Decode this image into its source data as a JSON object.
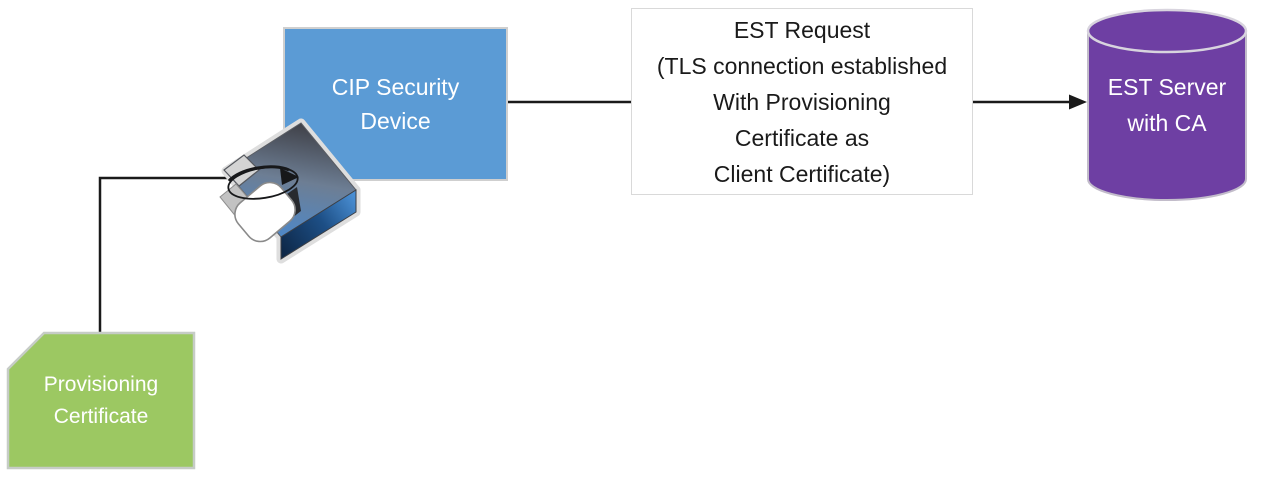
{
  "diagram": {
    "background": "#FFFFFF",
    "line_color": "#1A1A1A",
    "nodes": {
      "cip_device": {
        "lines": [
          "CIP Security",
          "Device"
        ],
        "fill": "#5B9BD5",
        "text_color": "#FFFFFF",
        "shape": "rectangle"
      },
      "est_request_note": {
        "lines": [
          "EST Request",
          "(TLS connection established",
          "With Provisioning",
          "Certificate as",
          "Client Certificate)"
        ],
        "fill": "#FFFFFF",
        "text_color": "#1A1A1A",
        "shape": "rectangle"
      },
      "est_server": {
        "lines": [
          "EST Server",
          "with CA"
        ],
        "fill": "#6E3FA3",
        "text_color": "#FFFFFF",
        "shape": "cylinder"
      },
      "provisioning_certificate": {
        "lines": [
          "Provisioning",
          "Certificate"
        ],
        "fill": "#9CC862",
        "text_color": "#FFFFFF",
        "shape": "snipped-corner-rectangle"
      }
    },
    "icons": {
      "device_icon": "cip-security-3d-device-with-curved-arrow"
    },
    "connectors": [
      {
        "from": "provisioning_certificate",
        "to": "device_icon",
        "style": "elbow",
        "arrow": "end"
      },
      {
        "from": "cip_device",
        "to": "est_server",
        "style": "straight",
        "arrow": "end",
        "passes_behind": "est_request_note"
      }
    ]
  }
}
